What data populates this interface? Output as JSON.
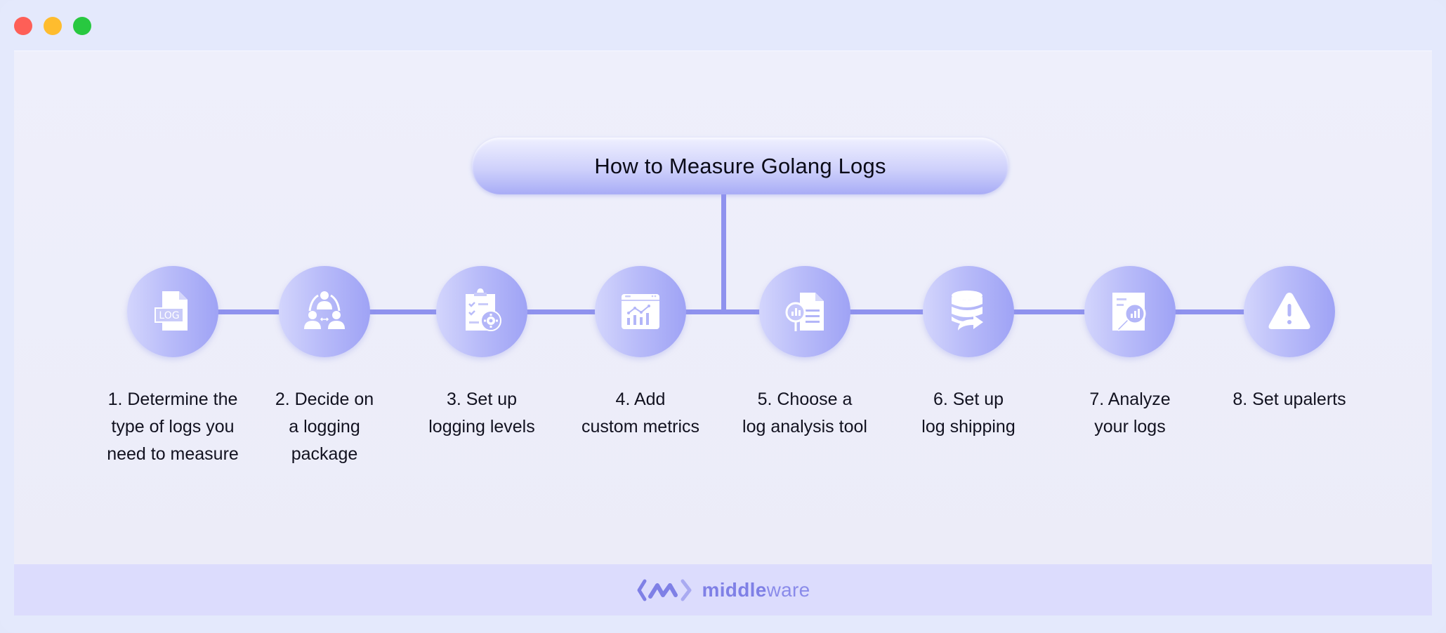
{
  "window": {
    "controls": [
      "close",
      "minimize",
      "maximize"
    ],
    "colors": {
      "close": "#fe5f57",
      "minimize": "#febc2e",
      "maximize": "#28c840"
    }
  },
  "diagram": {
    "title": "How to Measure Golang Logs",
    "accent_color": "#8f92ee",
    "steps": [
      {
        "label": "1. Determine the\ntype of logs you\nneed to measure",
        "icon": "log-file-icon",
        "icon_text": "LOG"
      },
      {
        "label": "2. Decide on\na logging\npackage",
        "icon": "team-network-icon"
      },
      {
        "label": "3. Set up\nlogging levels",
        "icon": "clipboard-settings-icon"
      },
      {
        "label": "4. Add\ncustom metrics",
        "icon": "dashboard-chart-icon"
      },
      {
        "label": "5. Choose a\nlog analysis tool",
        "icon": "document-analysis-icon"
      },
      {
        "label": "6. Set up\nlog shipping",
        "icon": "database-transfer-icon"
      },
      {
        "label": "7. Analyze\nyour logs",
        "icon": "report-search-icon"
      },
      {
        "label": "8. Set upalerts",
        "icon": "warning-icon"
      }
    ]
  },
  "footer": {
    "brand_bold": "middle",
    "brand_light": "ware",
    "brand_color": "#7f80e6"
  }
}
